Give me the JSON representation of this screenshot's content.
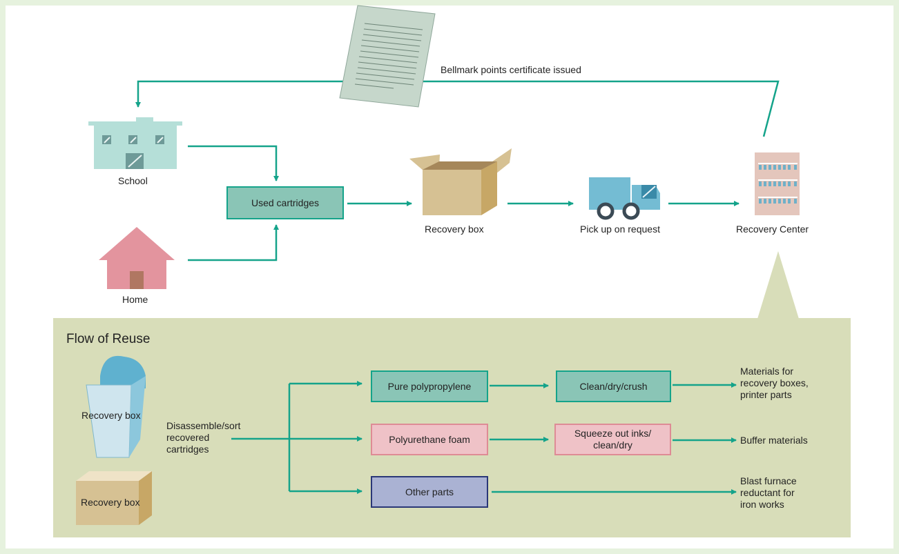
{
  "top_flow": {
    "certificate_label": "Bellmark points certificate issued",
    "school_label": "School",
    "home_label": "Home",
    "used_cartridges_label": "Used cartridges",
    "recovery_box_label": "Recovery box",
    "pickup_label": "Pick up on request",
    "recovery_center_label": "Recovery Center"
  },
  "reuse_flow": {
    "title": "Flow of Reuse",
    "recovery_box_bin_label": "Recovery box",
    "recovery_box_carton_label": "Recovery box",
    "disassemble_label": "Disassemble/sort\nrecovered\ncartridges",
    "rows": [
      {
        "material": "Pure polypropylene",
        "process": "Clean/dry/crush",
        "output": "Materials for\nrecovery boxes,\nprinter parts"
      },
      {
        "material": "Polyurethane foam",
        "process": "Squeeze out inks/\nclean/dry",
        "output": "Buffer materials"
      },
      {
        "material": "Other parts",
        "process": "",
        "output": "Blast furnace\nreductant for\niron works"
      }
    ]
  },
  "colors": {
    "arrow": "#14a38a",
    "teal_box": "#8ac5b6",
    "pink_box": "#efc2c7",
    "navy_box": "#aab2d3",
    "reuse_panel": "#d8ddb9",
    "background": "#e6f2de"
  }
}
